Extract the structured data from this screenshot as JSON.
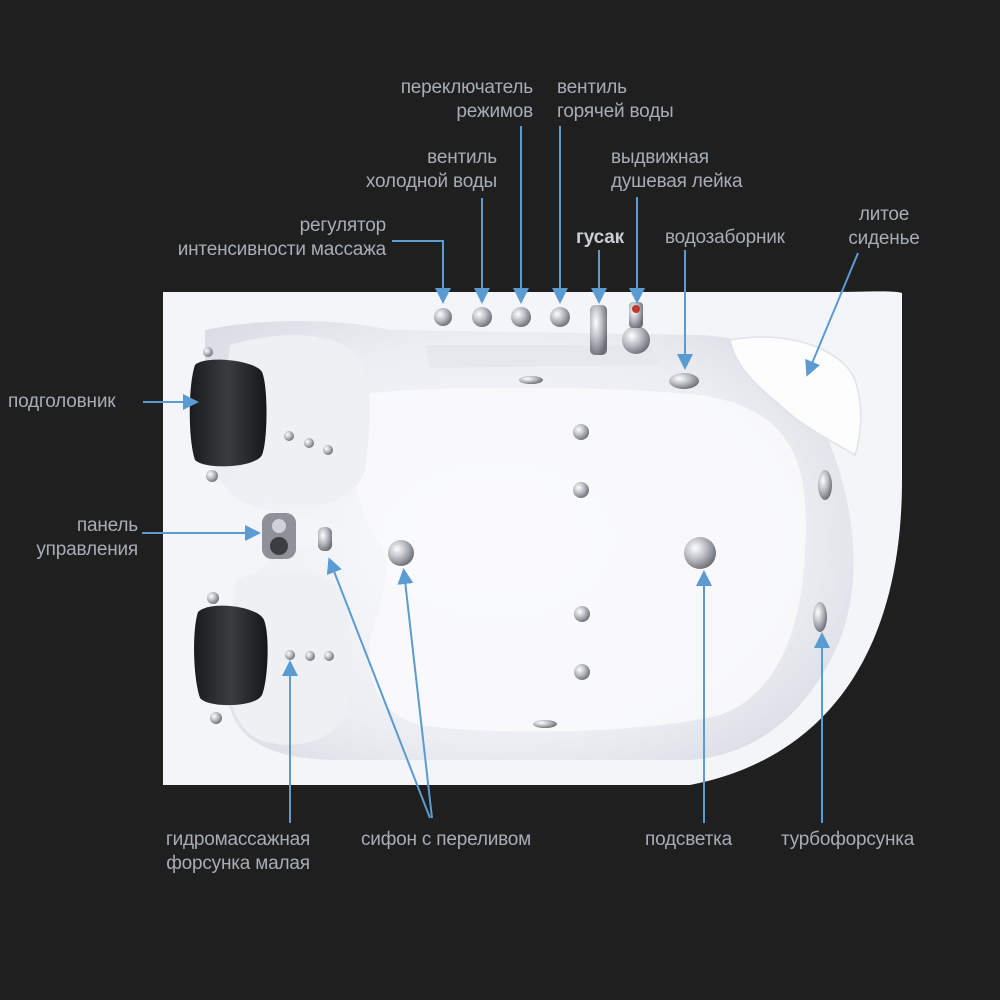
{
  "labels": {
    "mode_switch": [
      "переключатель",
      "режимов"
    ],
    "hot_valve": [
      "вентиль",
      "горячей воды"
    ],
    "cold_valve": [
      "вентиль",
      "холодной воды"
    ],
    "shower": [
      "выдвижная",
      "душевая лейка"
    ],
    "massage_regulator": [
      "регулятор",
      "интенсивности массажа"
    ],
    "spout": "гусак",
    "water_intake": "водозаборник",
    "seat": [
      "литое",
      "сиденье"
    ],
    "headrest": "подголовник",
    "control_panel": [
      "панель",
      "управления"
    ],
    "small_jet": [
      "гидромассажная",
      "форсунка малая"
    ],
    "siphon": "сифон с переливом",
    "lighting": "подсветка",
    "turbo_jet": "турбофорсунка"
  },
  "colors": {
    "background": "#1f1f1f",
    "label_text": "#a6adb5",
    "pointer_line": "#5b9bd2",
    "tub_white": "#f4f5f8"
  }
}
